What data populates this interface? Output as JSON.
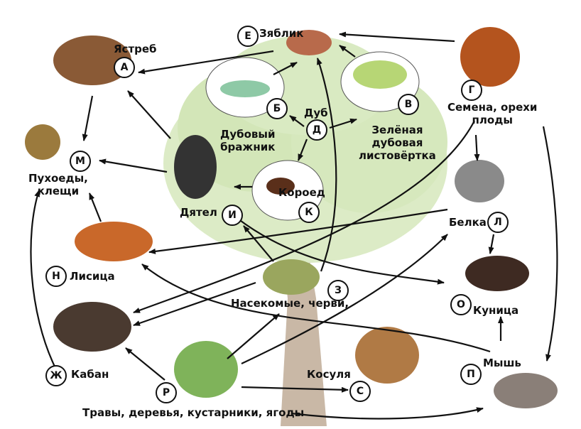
{
  "nodes": {
    "hawk": {
      "letter": "А",
      "label": "Ястреб"
    },
    "hornworm": {
      "letter": "Б",
      "label": "Дубовый бражник"
    },
    "tortrix": {
      "letter": "В",
      "label": "Зелёная дубовая листовёртка"
    },
    "seeds": {
      "letter": "Г",
      "label": "Семена, орехи плоды"
    },
    "oak": {
      "letter": "Д",
      "label": "Дуб"
    },
    "finch": {
      "letter": "Е",
      "label": "Зяблик"
    },
    "boar": {
      "letter": "Ж",
      "label": "Кабан"
    },
    "insects": {
      "letter": "З",
      "label": "Насекомые, черви,"
    },
    "woodpecker": {
      "letter": "И",
      "label": "Дятел"
    },
    "barkbeetle": {
      "letter": "К",
      "label": "Короед"
    },
    "squirrel": {
      "letter": "Л",
      "label": "Белка"
    },
    "lice": {
      "letter": "М",
      "label": "Пухоеды, клещи"
    },
    "fox": {
      "letter": "Н",
      "label": "Лисица"
    },
    "marten": {
      "letter": "О",
      "label": "Куница"
    },
    "mouse": {
      "letter": "П",
      "label": "Мышь"
    },
    "plants": {
      "letter": "Р",
      "label": "Травы, деревья, кустарники, ягоды"
    },
    "roe": {
      "letter": "С",
      "label": "Косуля"
    }
  },
  "lines": {
    "hornworm": [
      "Дубовый",
      "бражник"
    ],
    "tortrix": [
      "Зелёная",
      "дубовая",
      "листовёртка"
    ],
    "seeds": [
      "Семена, орехи",
      "плоды"
    ],
    "lice": [
      "Пухоеды,",
      "клещи"
    ]
  },
  "edges": [
    [
      "finch",
      "hawk"
    ],
    [
      "seeds",
      "finch"
    ],
    [
      "tortrix",
      "finch"
    ],
    [
      "hornworm",
      "finch"
    ],
    [
      "woodpecker",
      "hawk"
    ],
    [
      "hawk",
      "lice"
    ],
    [
      "woodpecker",
      "lice"
    ],
    [
      "fox",
      "lice"
    ],
    [
      "boar",
      "lice"
    ],
    [
      "oak",
      "hornworm"
    ],
    [
      "oak",
      "tortrix"
    ],
    [
      "oak",
      "barkbeetle"
    ],
    [
      "barkbeetle",
      "woodpecker"
    ],
    [
      "insects",
      "woodpecker"
    ],
    [
      "insects",
      "finch"
    ],
    [
      "woodpecker",
      "marten"
    ],
    [
      "squirrel",
      "fox"
    ],
    [
      "seeds",
      "squirrel"
    ],
    [
      "seeds",
      "mouse"
    ],
    [
      "seeds",
      "boar"
    ],
    [
      "squirrel",
      "marten"
    ],
    [
      "mouse",
      "marten"
    ],
    [
      "mouse",
      "fox"
    ],
    [
      "insects",
      "boar"
    ],
    [
      "plants",
      "boar"
    ],
    [
      "plants",
      "insects"
    ],
    [
      "plants",
      "squirrel"
    ],
    [
      "plants",
      "roe"
    ],
    [
      "plants",
      "mouse"
    ]
  ]
}
